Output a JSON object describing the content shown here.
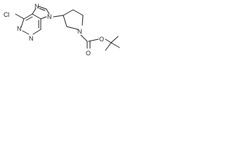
{
  "molecule": {
    "atoms": {
      "cl": "Cl",
      "n7": "N",
      "n9": "N",
      "n1": "N",
      "n3": "N",
      "n_pyrrolidine": "N",
      "o_carbonyl": "O",
      "o_ester": "O"
    },
    "colors": {
      "ink": "#1a1a1a",
      "background": "#ffffff"
    }
  }
}
